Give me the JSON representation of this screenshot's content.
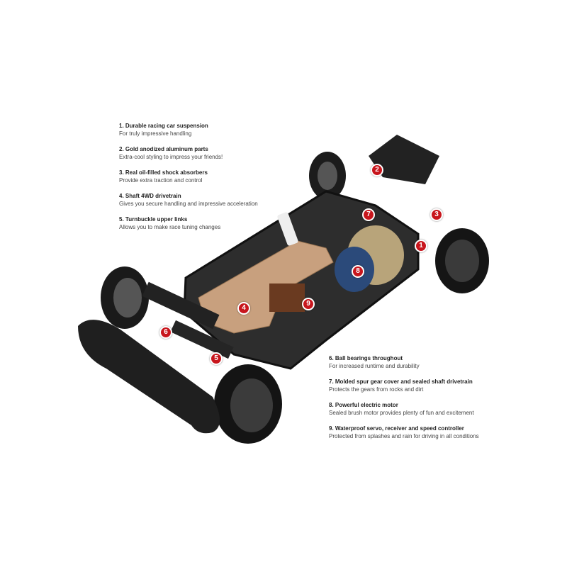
{
  "features_left": [
    {
      "title": "1. Durable racing car suspension",
      "desc": "For truly impressive handling"
    },
    {
      "title": "2. Gold anodized aluminum parts",
      "desc": "Extra-cool styling to impress your friends!"
    },
    {
      "title": "3. Real oil-filled shock absorbers",
      "desc": "Provide extra traction and control"
    },
    {
      "title": "4. Shaft 4WD drivetrain",
      "desc": "Gives you secure handling and impressive acceleration"
    },
    {
      "title": "5. Turnbuckle upper links",
      "desc": "Allows you to make race tuning changes"
    }
  ],
  "features_right": [
    {
      "title": "6. Ball bearings throughout",
      "desc": "For increased runtime and durability"
    },
    {
      "title": "7. Molded spur gear cover and sealed shaft drivetrain",
      "desc": "Protects the gears from rocks and dirt"
    },
    {
      "title": "8. Powerful electric motor",
      "desc": "Sealed brush motor provides plenty of fun and excitement"
    },
    {
      "title": "9. Waterproof servo, receiver and speed controller",
      "desc": "Protected from splashes and rain for driving in all conditions"
    }
  ],
  "badges": [
    "1",
    "2",
    "3",
    "4",
    "5",
    "6",
    "7",
    "8",
    "9"
  ],
  "colors": {
    "badge": "#c8161d",
    "chassis": "#2a2a2a",
    "plate": "#c8a07e",
    "motor": "#b8a47a"
  }
}
